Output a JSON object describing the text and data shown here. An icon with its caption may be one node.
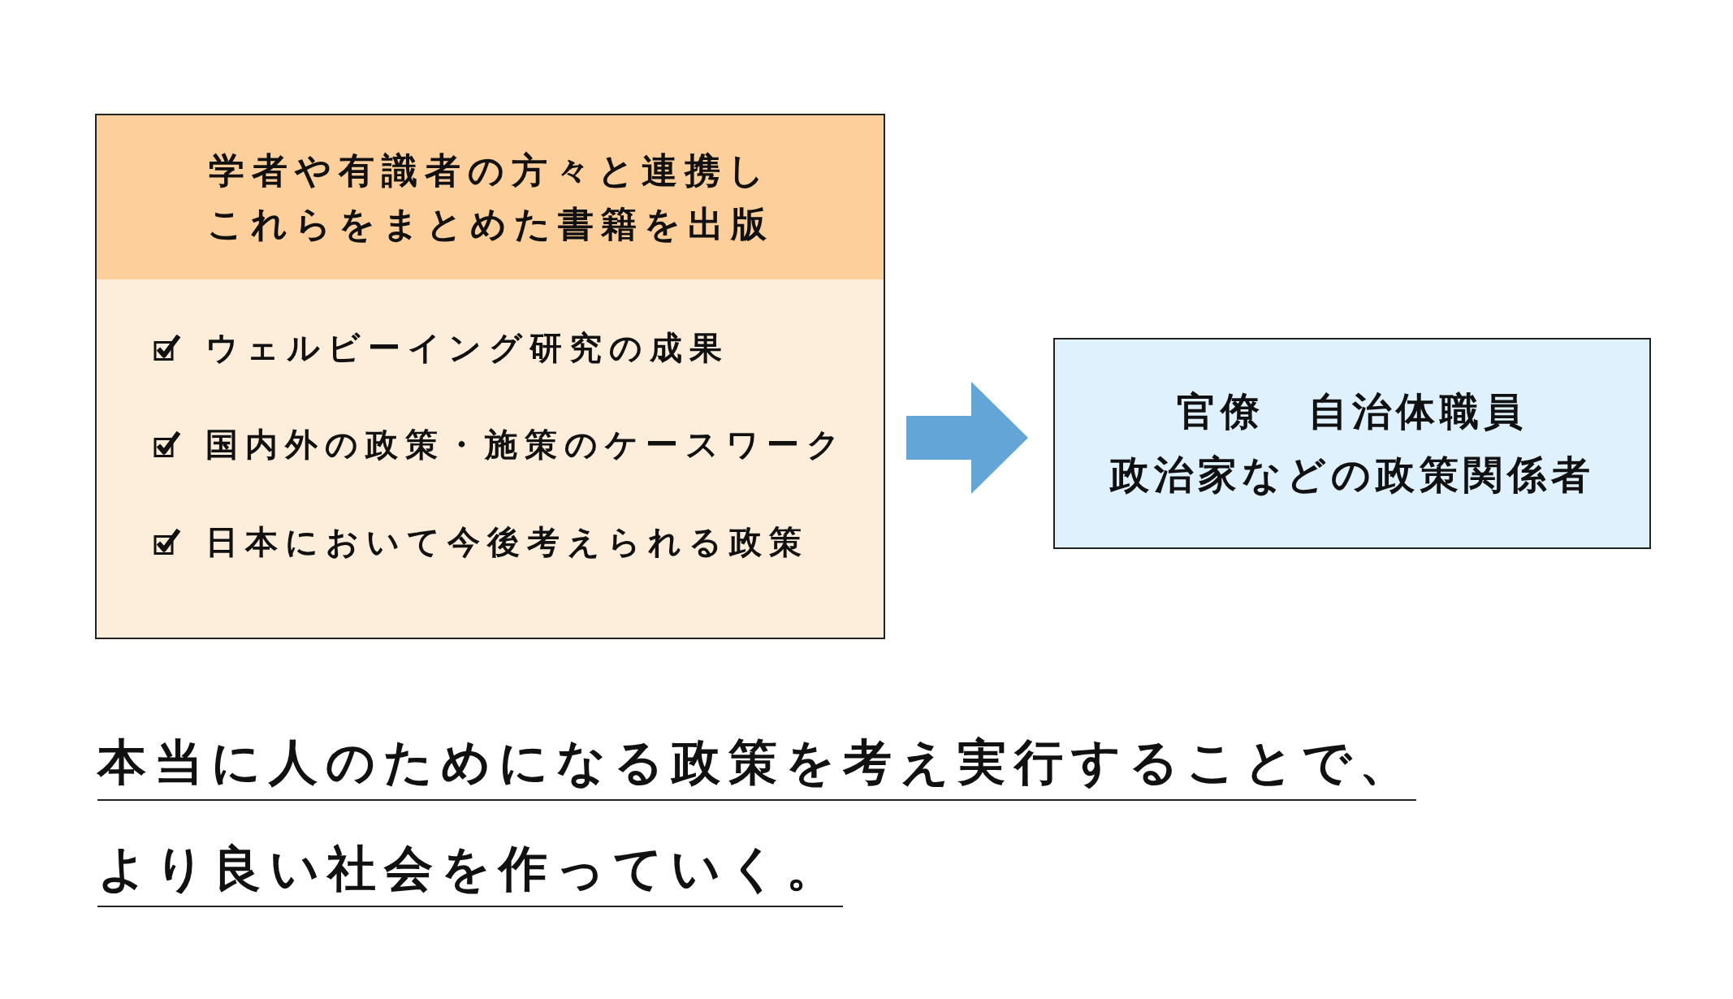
{
  "diagram": {
    "nodes": [
      {
        "text": [
          "学者や有識者の方々と連携しこれらをまとめた書籍を出版",
          "ウェルビーイング研究の成果",
          "国内外の政策・施策のケースワーク",
          "日本において今後考えられる政策"
        ]
      },
      {
        "text": [
          "官僚　自治体職員",
          "政治家などの政策関係者"
        ]
      }
    ],
    "edges": [
      {
        "from": 0,
        "to": 1,
        "arrow": "to"
      }
    ],
    "labels": [
      "本当に人のためになる政策を考え実行することで、",
      "より良い社会を作っていく。"
    ]
  }
}
